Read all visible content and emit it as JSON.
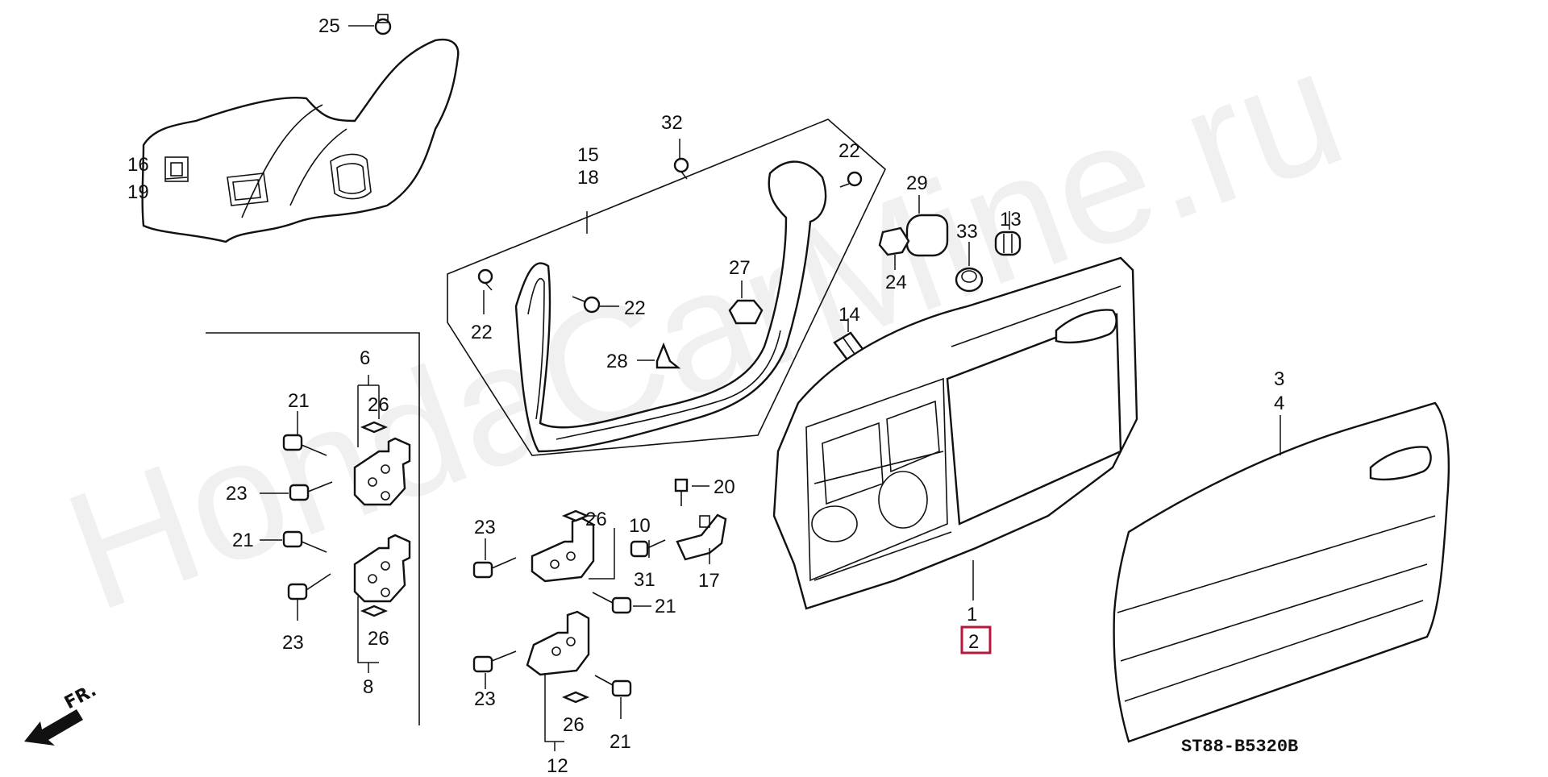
{
  "watermark": "HondaCarMine.ru",
  "diagram_code": "ST88-B5320B",
  "direction_marker": "FR.",
  "highlight_color": "#b5183a",
  "callouts": [
    {
      "id": "c25",
      "label": "25"
    },
    {
      "id": "c16",
      "label": "16"
    },
    {
      "id": "c19",
      "label": "19"
    },
    {
      "id": "c32",
      "label": "32"
    },
    {
      "id": "c15",
      "label": "15"
    },
    {
      "id": "c18",
      "label": "18"
    },
    {
      "id": "c22a",
      "label": "22"
    },
    {
      "id": "c22b",
      "label": "22"
    },
    {
      "id": "c22c",
      "label": "22"
    },
    {
      "id": "c27",
      "label": "27"
    },
    {
      "id": "c28",
      "label": "28"
    },
    {
      "id": "c29",
      "label": "29"
    },
    {
      "id": "c33",
      "label": "33"
    },
    {
      "id": "c13",
      "label": "13"
    },
    {
      "id": "c24",
      "label": "24"
    },
    {
      "id": "c14",
      "label": "14"
    },
    {
      "id": "c6",
      "label": "6"
    },
    {
      "id": "c26a",
      "label": "26"
    },
    {
      "id": "c21a",
      "label": "21"
    },
    {
      "id": "c23a",
      "label": "23"
    },
    {
      "id": "c21b",
      "label": "21"
    },
    {
      "id": "c23b",
      "label": "23"
    },
    {
      "id": "c26b",
      "label": "26"
    },
    {
      "id": "c8",
      "label": "8"
    },
    {
      "id": "c20",
      "label": "20"
    },
    {
      "id": "c23c",
      "label": "23"
    },
    {
      "id": "c26c",
      "label": "26"
    },
    {
      "id": "c10",
      "label": "10"
    },
    {
      "id": "c31",
      "label": "31"
    },
    {
      "id": "c17",
      "label": "17"
    },
    {
      "id": "c21c",
      "label": "21"
    },
    {
      "id": "c23d",
      "label": "23"
    },
    {
      "id": "c26d",
      "label": "26"
    },
    {
      "id": "c12",
      "label": "12"
    },
    {
      "id": "c21d",
      "label": "21"
    },
    {
      "id": "c1",
      "label": "1"
    },
    {
      "id": "c2",
      "label": "2"
    },
    {
      "id": "c3",
      "label": "3"
    },
    {
      "id": "c4",
      "label": "4"
    }
  ]
}
